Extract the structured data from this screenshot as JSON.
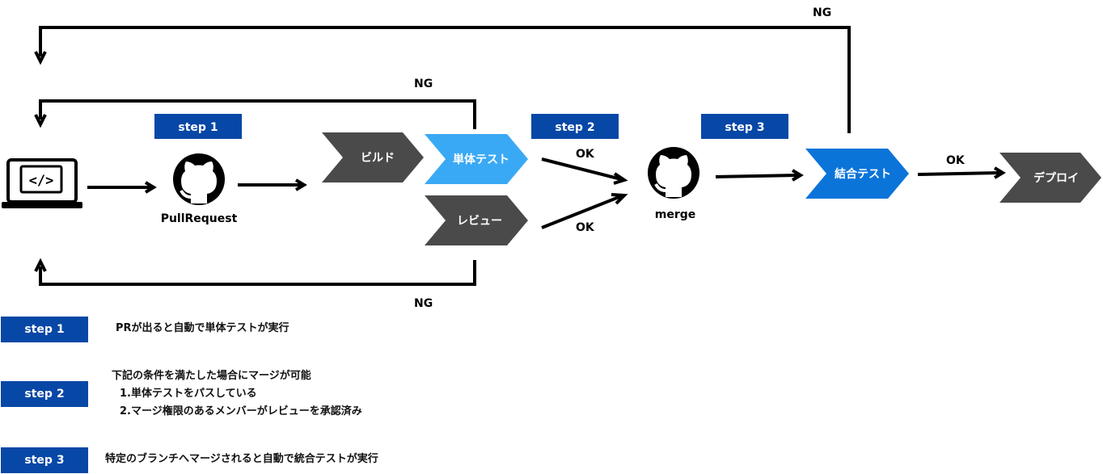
{
  "nodes": {
    "pullrequest_label": "PullRequest",
    "merge_label": "merge",
    "build": "ビルド",
    "unit_test": "単体テスト",
    "review": "レビュー",
    "integration_test": "結合テスト",
    "deploy": "デプロイ"
  },
  "steps": {
    "step1": "step 1",
    "step2": "step 2",
    "step3": "step 3"
  },
  "edges": {
    "ng_top": "NG",
    "ng_build": "NG",
    "ng_review": "NG",
    "ok_unit": "OK",
    "ok_review": "OK",
    "ok_integration": "OK"
  },
  "legend": {
    "step1_label": "step 1",
    "step1_text": "PRが出ると自動で単体テストが実行",
    "step2_label": "step 2",
    "step2_line1": "下記の条件を満たした場合にマージが可能",
    "step2_line2": "1.単体テストをパスしている",
    "step2_line3": "2.マージ権限のあるメンバーがレビューを承認済み",
    "step3_label": "step 3",
    "step3_text": "特定のブランチへマージされると自動で統合テストが実行"
  },
  "colors": {
    "step_blue": "#0747a6",
    "unit_test_blue": "#3aa9f5",
    "integration_blue": "#0b74d9",
    "gray": "#4a4a4a"
  },
  "icons": [
    "code-laptop-icon",
    "github-icon"
  ]
}
